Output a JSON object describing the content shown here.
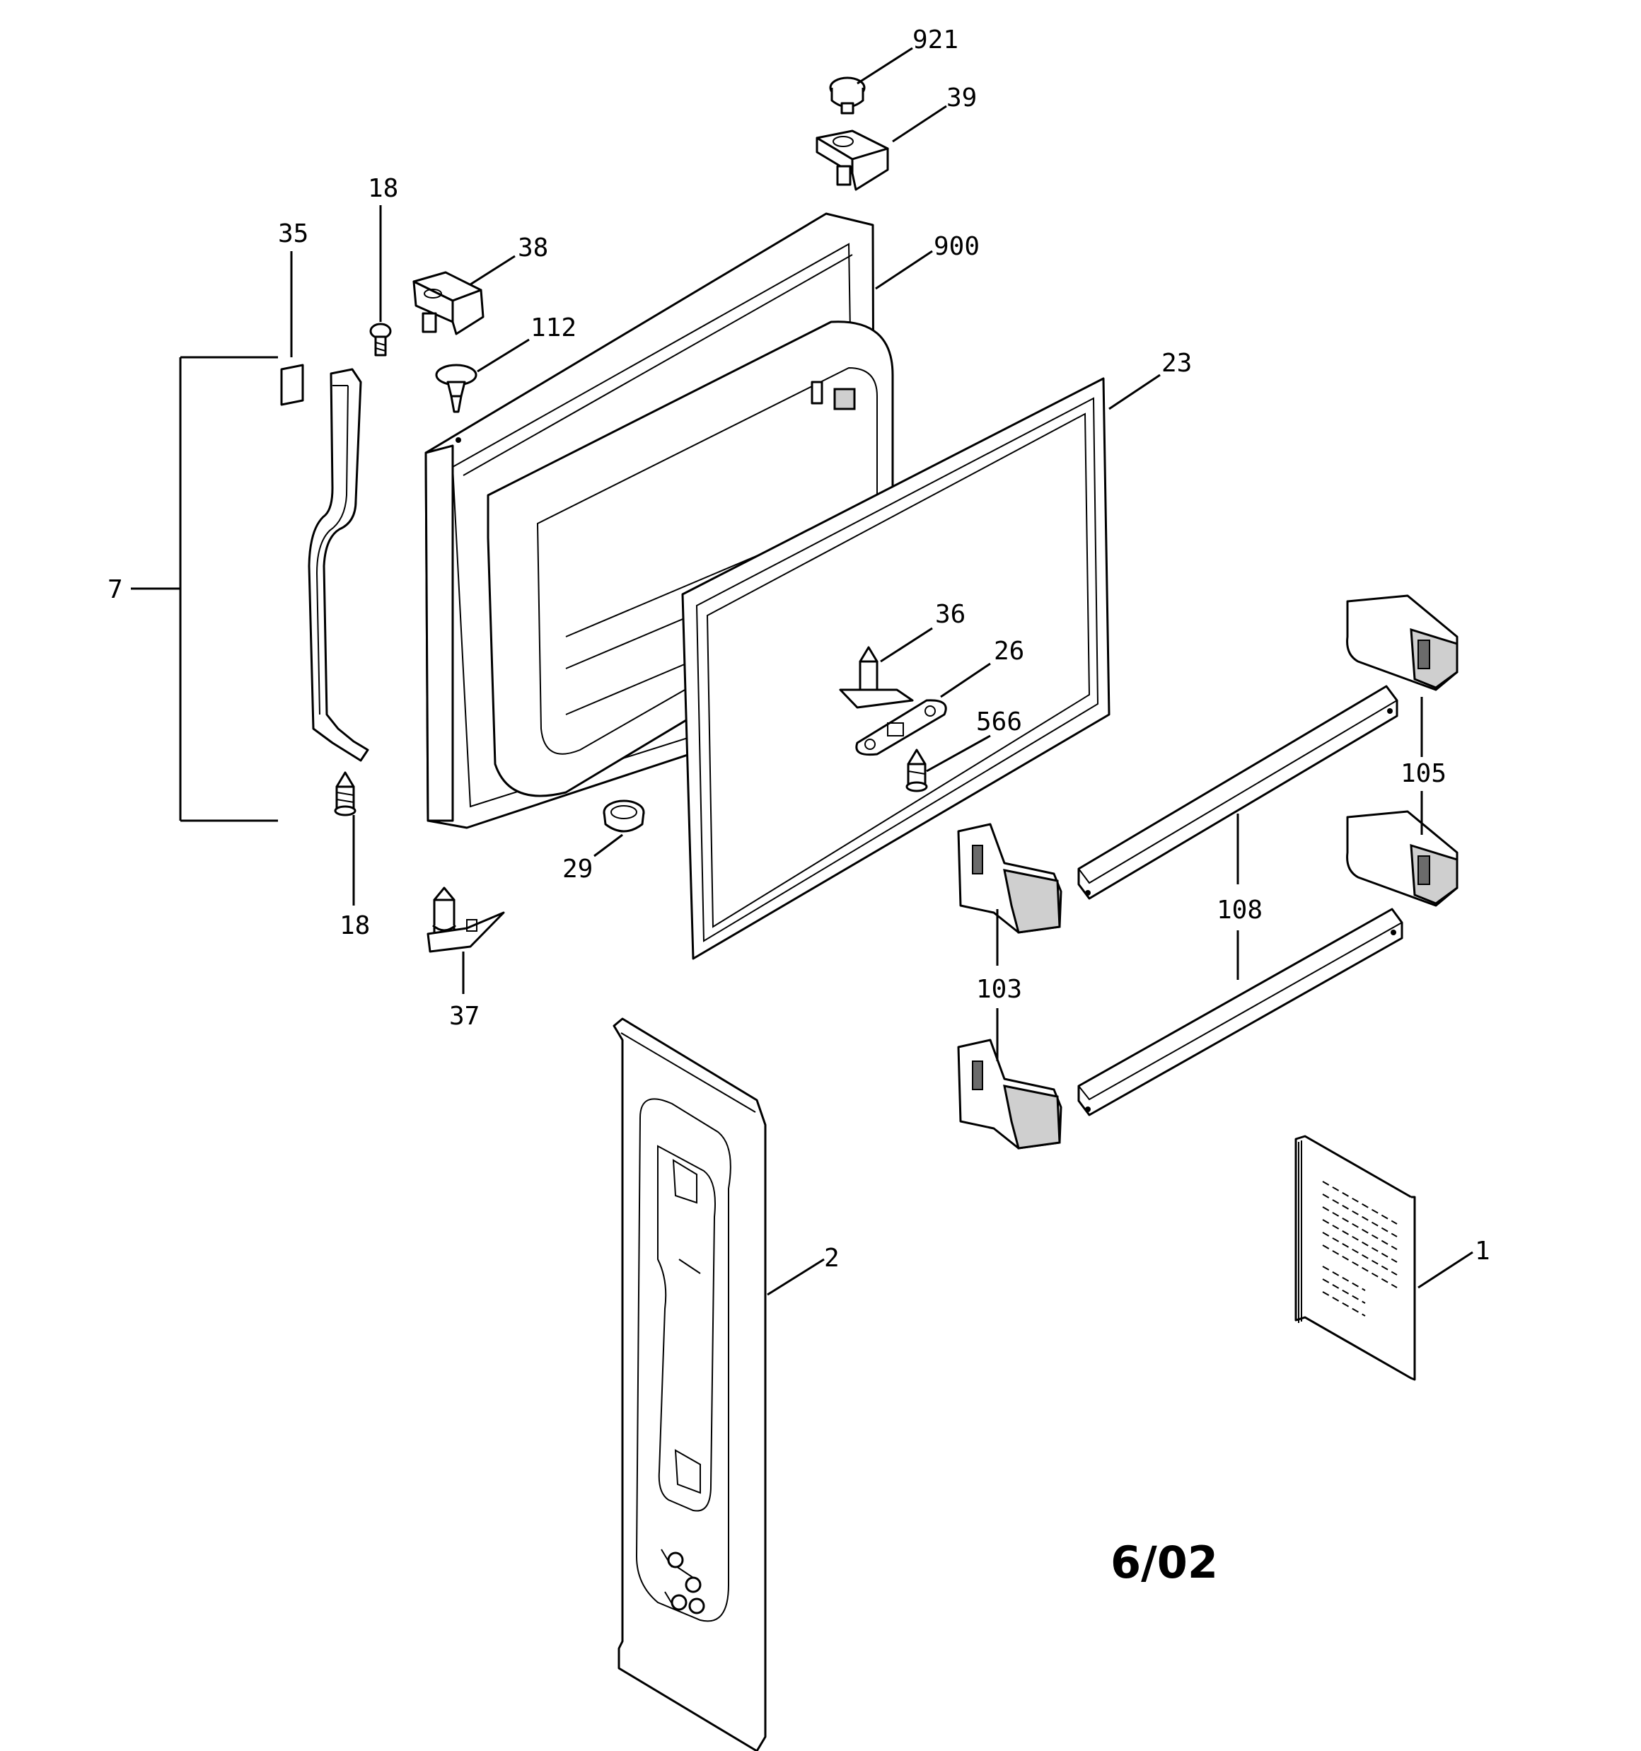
{
  "diagram": {
    "date_code": "6/02",
    "callouts": {
      "c921": "921",
      "c39": "39",
      "c18_top": "18",
      "c35": "35",
      "c38": "38",
      "c900": "900",
      "c112": "112",
      "c23": "23",
      "c7": "7",
      "c36": "36",
      "c26": "26",
      "c566": "566",
      "c105": "105",
      "c18_bottom": "18",
      "c29": "29",
      "c108": "108",
      "c37": "37",
      "c103": "103",
      "c2": "2",
      "c1": "1"
    }
  }
}
